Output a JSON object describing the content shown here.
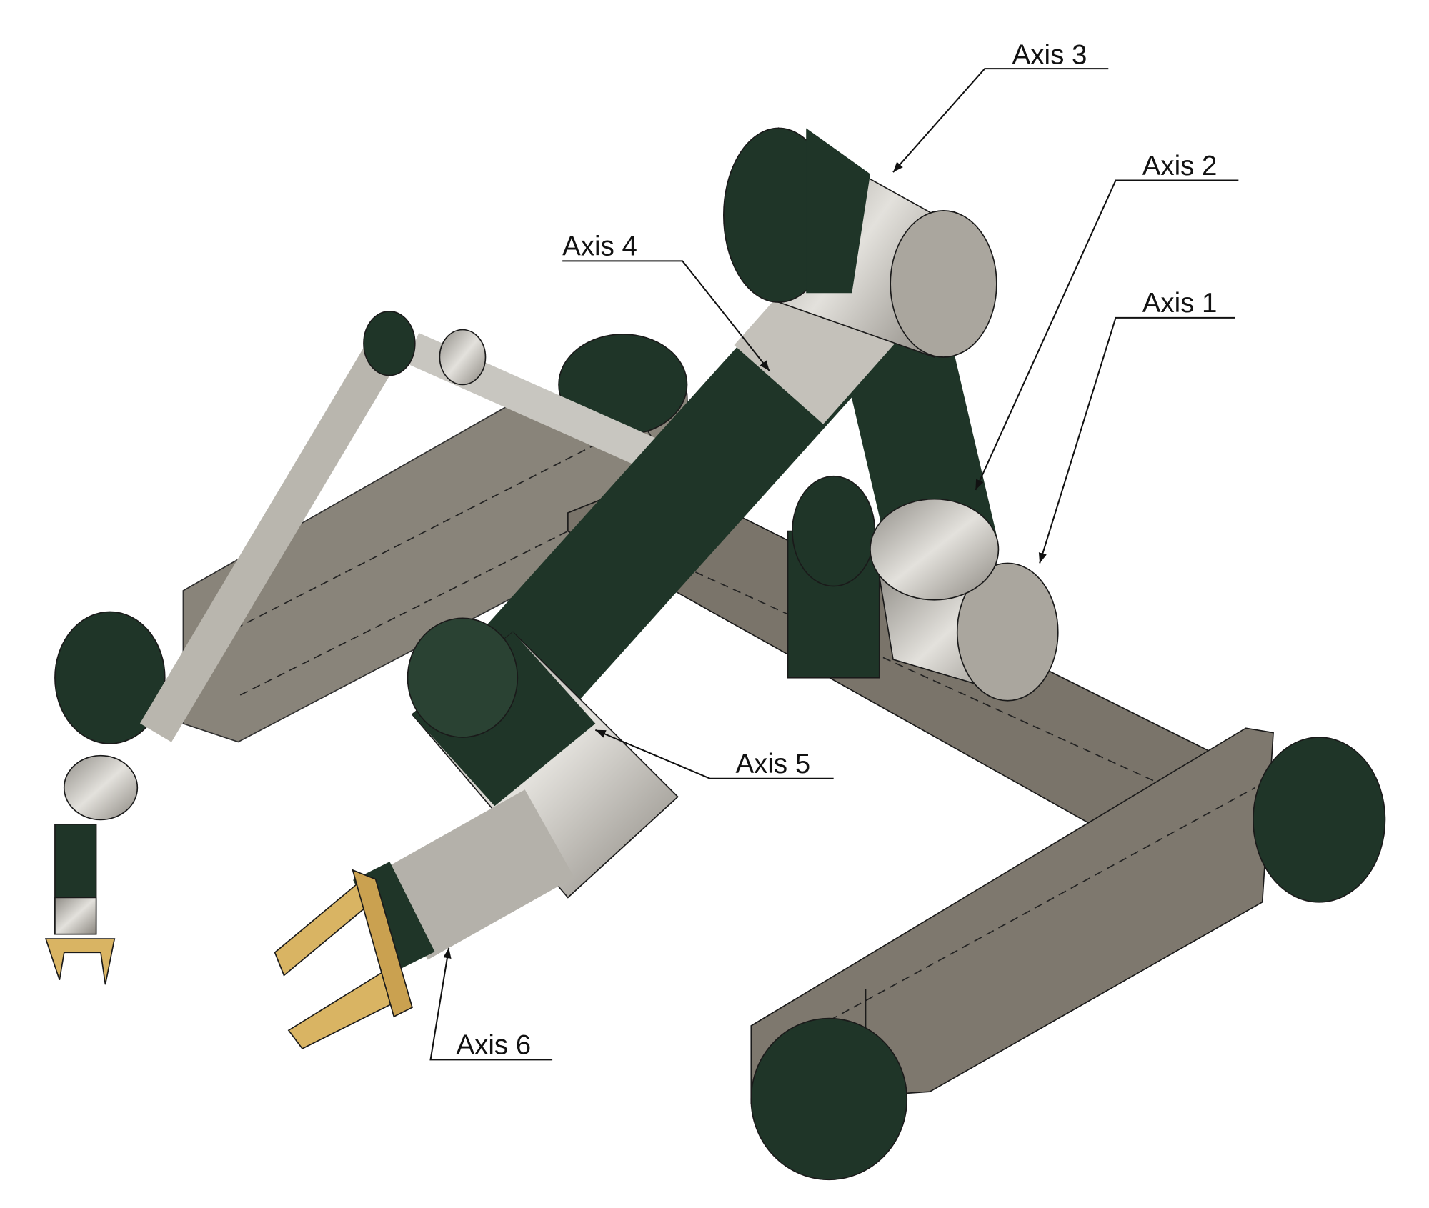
{
  "labels": {
    "axis1": "Axis 1",
    "axis2": "Axis 2",
    "axis3": "Axis 3",
    "axis4": "Axis 4",
    "axis5": "Axis 5",
    "axis6": "Axis 6"
  },
  "colors": {
    "joint_green": "#1f3528",
    "link_grey": "#b9b6ae",
    "frame_brown": "#7d776c",
    "gripper_gold": "#d9b463",
    "line": "#111111"
  }
}
